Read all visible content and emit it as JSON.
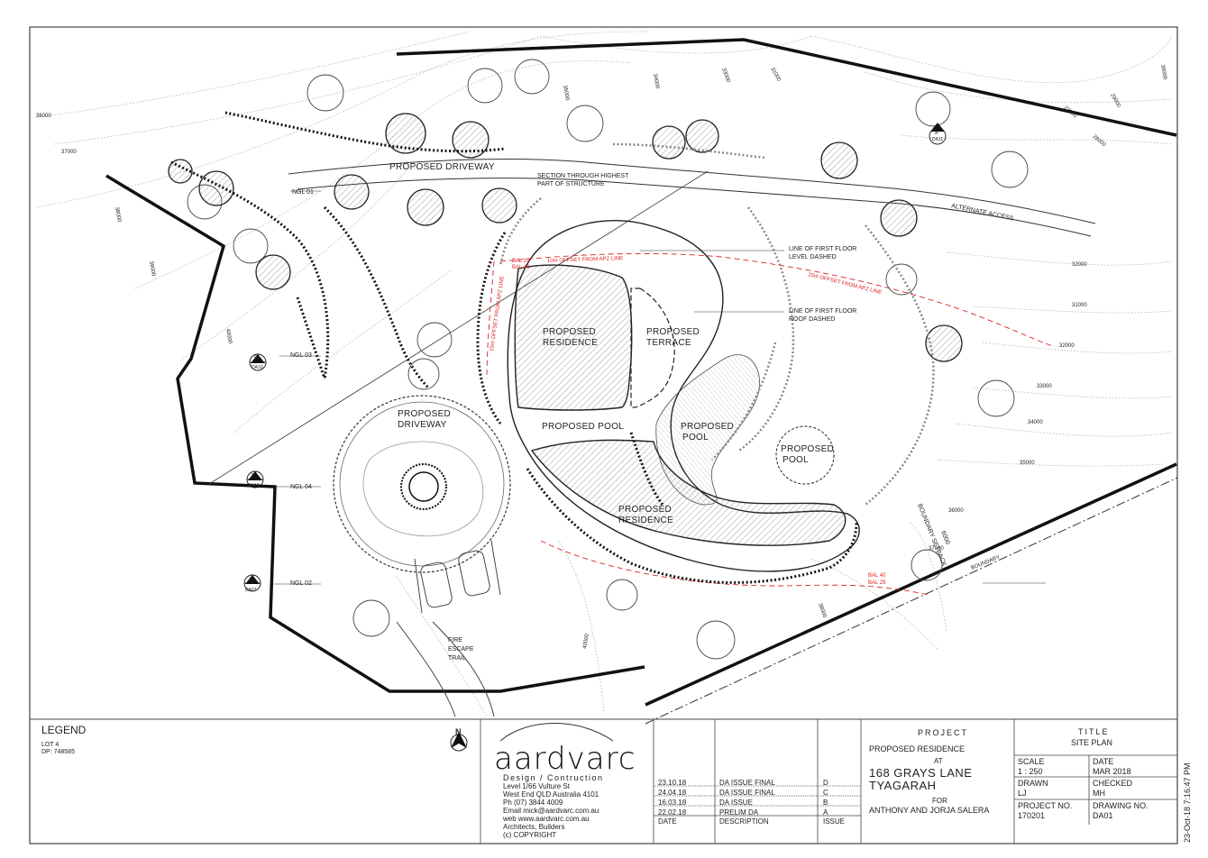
{
  "plan": {
    "labels": {
      "driveway_top": "PROPOSED DRIVEWAY",
      "section_line1": "SECTION THROUGH HIGHEST",
      "section_line2": "PART OF STRUCTURE",
      "alternate_access": "ALTERNATE ACCESS",
      "ngl01": "NGL 01",
      "ngl02": "NGL 02",
      "ngl03": "NGL 03",
      "ngl04": "NGL 04",
      "ff_level_1": "LINE OF FIRST FLOOR",
      "ff_level_2": "LEVEL DASHED",
      "ff_roof_1": "LINE OF FIRST FLOOR",
      "ff_roof_2": "ROOF DASHED",
      "apz_top": "10m OFFSET FROM APZ LINE",
      "apz_right": "15m OFFSET FROM APZ LINE",
      "apz_vert": "15m OFFSET FROM APZ LINE",
      "bal_a": "BAL 29",
      "bal_b": "BAL 40",
      "bal_c": "BAL 40",
      "bal_d": "BAL 29",
      "res1_a": "PROPOSED",
      "res1_b": "RESIDENCE",
      "terrace_a": "PROPOSED",
      "terrace_b": "TERRACE",
      "pool_mid": "PROPOSED POOL",
      "pool2_a": "PROPOSED",
      "pool2_b": "POOL",
      "pool3_a": "PROPOSED",
      "pool3_b": "POOL",
      "res2_a": "PROPOSED",
      "res2_b": "RESIDENCE",
      "drive_circle_a": "PROPOSED",
      "drive_circle_b": "DRIVEWAY",
      "fire_a": "FIRE",
      "fire_b": "ESCAPE",
      "fire_c": "TRAIL",
      "boundary_setback": "BOUNDARY SETBACK",
      "boundary": "BOUNDARY",
      "setback_dim": "6000",
      "sec_c_letter": "C",
      "sec_c_ref": "DA10",
      "sec_d_letter": "D",
      "sec_d_ref": "DA12",
      "sec_b_letter": "B",
      "sec_b_ref": "DA07",
      "sec_top_letter": "A",
      "sec_top_ref": "DA11"
    },
    "contours": [
      "30000",
      "29000",
      "28000",
      "27000",
      "31000",
      "32000",
      "33000",
      "34000",
      "35000",
      "36000",
      "37000",
      "38000",
      "39000",
      "40000",
      "31000",
      "32000",
      "33000",
      "34000",
      "35000",
      "36000",
      "37000",
      "38000",
      "40000"
    ]
  },
  "titleblock": {
    "legend_title": "LEGEND",
    "legend_lot": "LOT 4",
    "legend_dp": "DP: 748585",
    "north": "N",
    "brand": "aardvarc",
    "brand_sub": "Design / Contruction",
    "address1": "Level 1/66 Vulture St",
    "address2": "West End QLD Australia 4101",
    "phone": "Ph (07) 3844 4009",
    "email": "Email mick@aardvarc.com.au",
    "web": "web www.aardvarc.com.au",
    "tagline": "Architects, Builders",
    "copyright": "(c) COPYRIGHT",
    "revisions": [
      {
        "date": "23.10.18",
        "desc": "DA ISSUE FINAL",
        "issue": "D"
      },
      {
        "date": "24.04.18",
        "desc": "DA ISSUE FINAL",
        "issue": "C"
      },
      {
        "date": "16.03.18",
        "desc": "DA ISSUE",
        "issue": "B"
      },
      {
        "date": "22.02.18",
        "desc": "PRELIM DA",
        "issue": "A"
      }
    ],
    "rev_head_date": "DATE",
    "rev_head_desc": "DESCRIPTION",
    "rev_head_issue": "ISSUE",
    "project_head": "PROJECT",
    "project_name": "PROPOSED RESIDENCE",
    "project_at": "AT",
    "project_addr1": "168 GRAYS LANE",
    "project_addr2": "TYAGARAH",
    "project_for": "FOR",
    "project_client": "ANTHONY AND JORJA SALERA",
    "title_head": "TITLE",
    "title_name": "SITE PLAN",
    "scale_label": "SCALE",
    "scale_value": "1 : 250",
    "date_label": "DATE",
    "date_value": "MAR 2018",
    "drawn_label": "DRAWN",
    "drawn_value": "LJ",
    "checked_label": "CHECKED",
    "checked_value": "MH",
    "projno_label": "PROJECT NO.",
    "projno_value": "170201",
    "drawno_label": "DRAWING NO.",
    "drawno_value": "DA01",
    "print_stamp": "23-Oct-18 7:16:47 PM"
  },
  "colors": {
    "ink": "#222222",
    "red": "#d22222",
    "hatch": "#888888"
  }
}
